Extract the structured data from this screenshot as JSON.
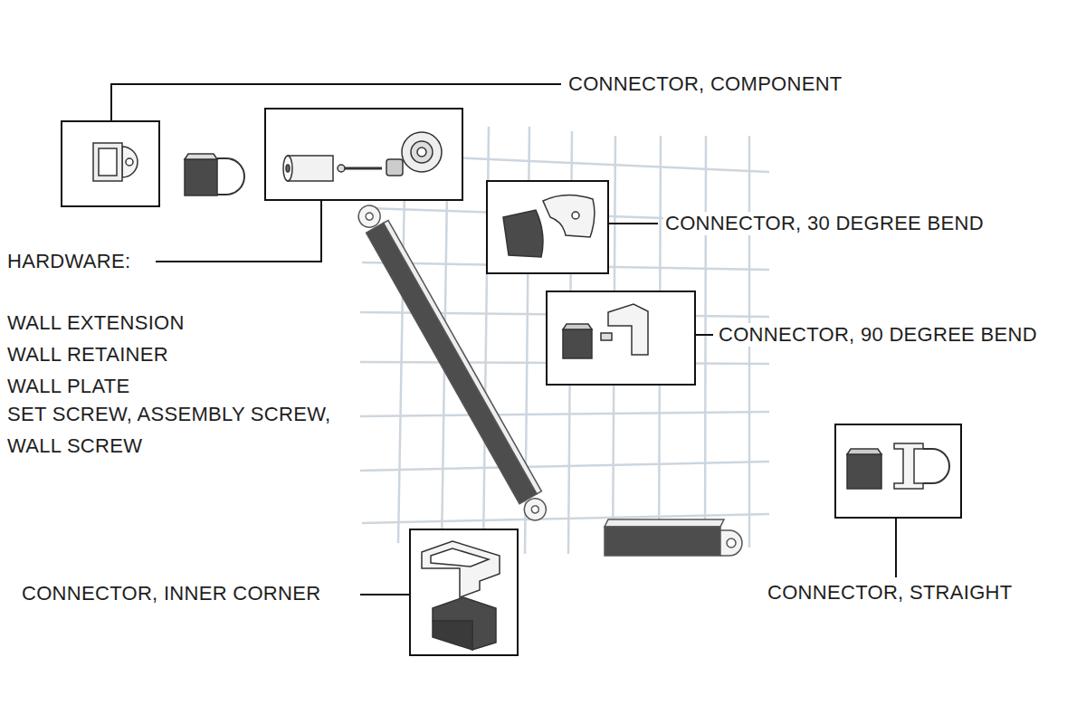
{
  "diagram": {
    "labels": [
      "CONNECTOR, COMPONENT",
      "HARDWARE:",
      "WALL EXTENSION",
      "WALL RETAINER",
      "WALL PLATE",
      "SET SCREW, ASSEMBLY SCREW, WALL SCREW",
      "CONNECTOR, 30 DEGREE BEND",
      "CONNECTOR, 90 DEGREE BEND",
      "CONNECTOR, INNER CORNER",
      "CONNECTOR, STRAIGHT"
    ]
  }
}
